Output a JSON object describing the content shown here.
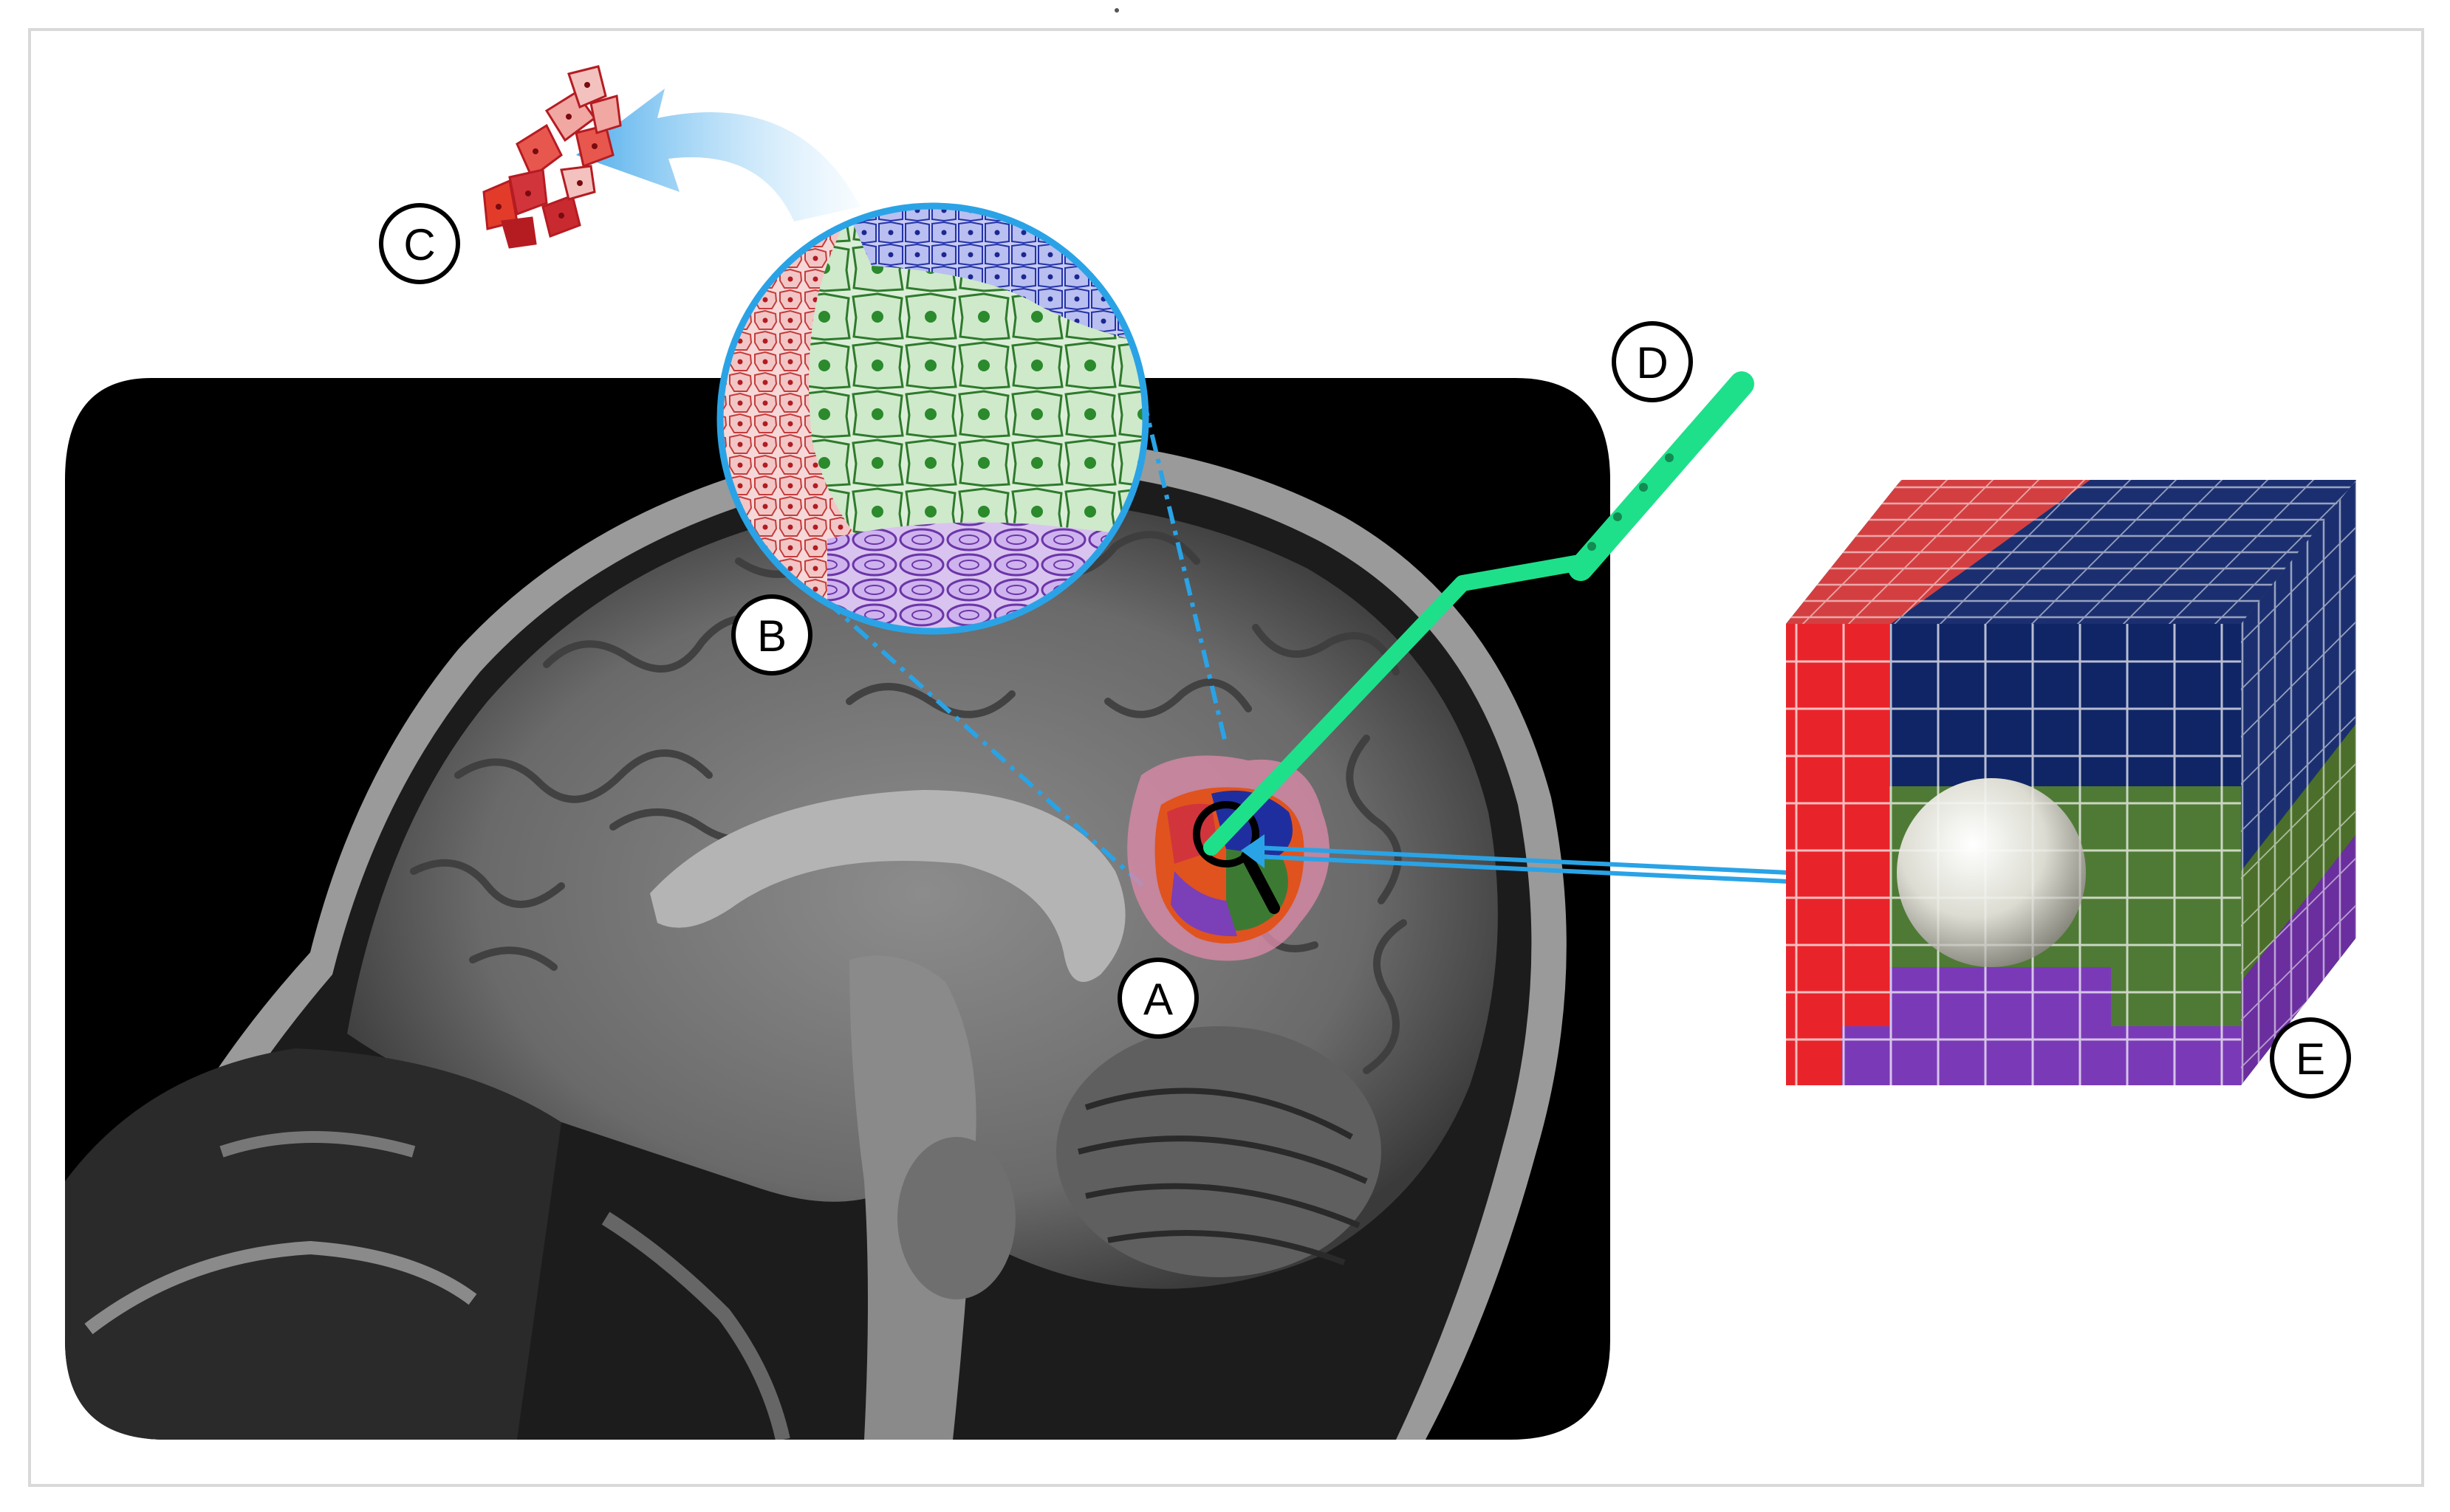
{
  "callouts": {
    "a": "A",
    "b": "B",
    "c": "C",
    "d": "D",
    "e": "E"
  },
  "colors": {
    "background": "#ffffff",
    "frame_border": "#d9d9d9",
    "mri_background": "#000000",
    "zoom_circle_border": "#2aa3e6",
    "dashed_lines": "#2aa3e6",
    "probe": "#1ee08a",
    "arrow": "#3fb7f0",
    "region_red": "#d2343c",
    "region_blue": "#1f2e9e",
    "region_green": "#3c7a34",
    "region_purple": "#7b3fb8",
    "tumor_halo": "#d88aa8",
    "tumor_rim": "#e0531e"
  },
  "icons": {
    "magnifier": "magnifier-icon",
    "probe": "biopsy-probe-icon"
  }
}
